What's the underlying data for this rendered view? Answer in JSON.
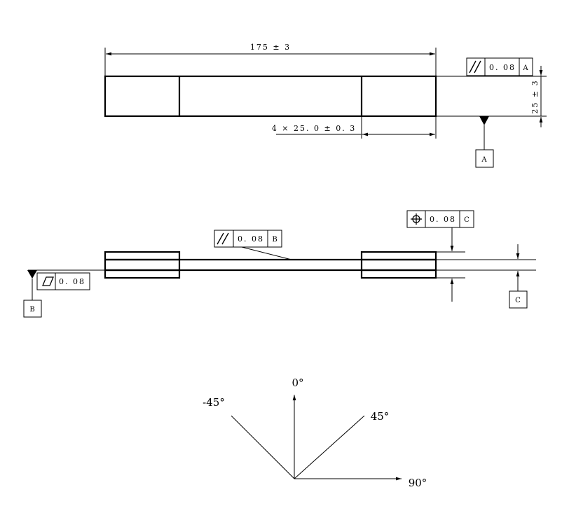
{
  "top_view": {
    "overall_length": "175 ± 3",
    "width": "25 ± 3",
    "tab_length": "4 × 25. 0 ± 0. 3",
    "fcf_parallel": {
      "symbol": "parallelism-icon",
      "tolerance": "0. 08",
      "datum": "A"
    },
    "datum_label": "A"
  },
  "side_view": {
    "fcf_parallel": {
      "symbol": "parallelism-icon",
      "tolerance": "0. 08",
      "datum": "B"
    },
    "fcf_position": {
      "symbol": "position-icon",
      "tolerance": "0. 08",
      "datum": "C"
    },
    "fcf_flatness": {
      "symbol": "flatness-icon",
      "tolerance": "0. 08"
    },
    "datum_b_label": "B",
    "datum_c_label": "C"
  },
  "angles": {
    "labels": [
      "-45°",
      "0°",
      "45°",
      "90°"
    ]
  }
}
